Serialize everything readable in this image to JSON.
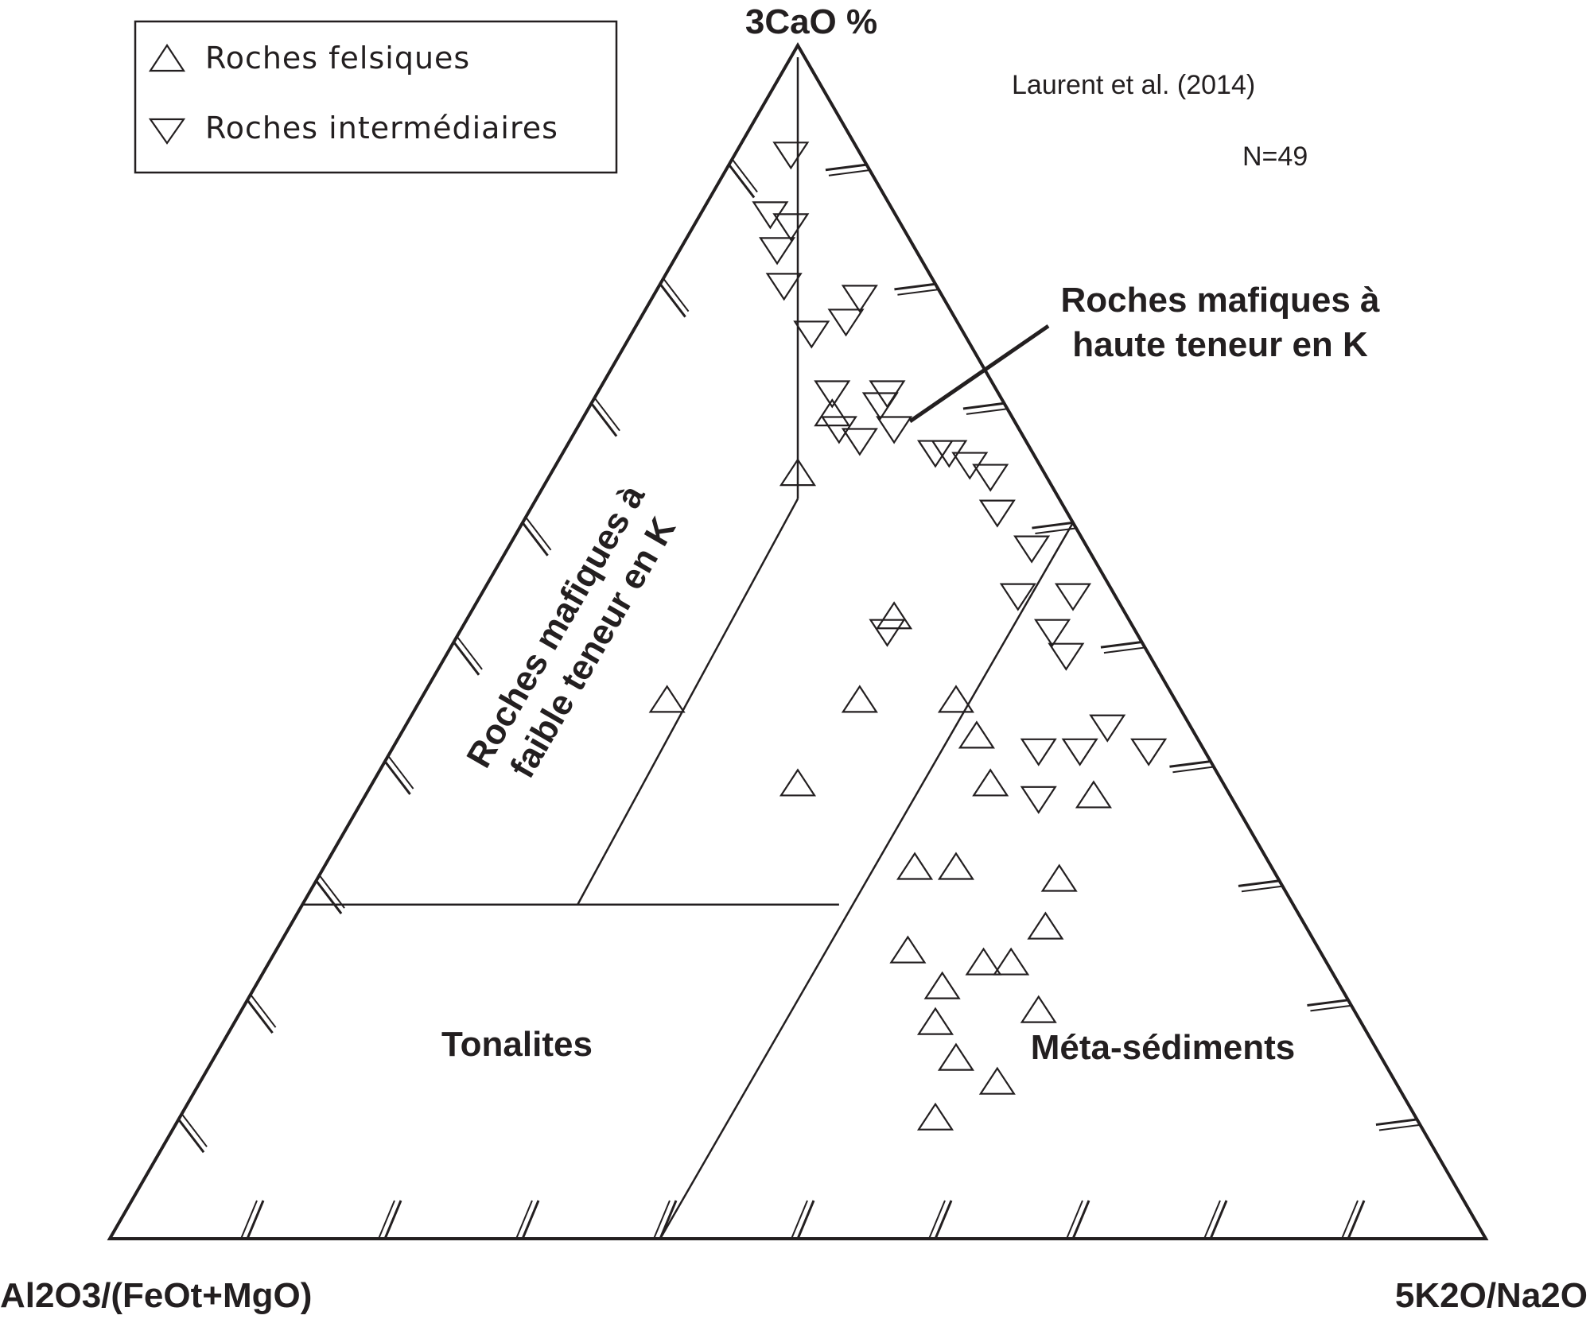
{
  "chart_data": {
    "type": "scatter",
    "subtype": "ternary",
    "apices": {
      "top": "3CaO %",
      "left": "Al2O3/(FeOt+MgO)",
      "right": "5K2O/Na2O"
    },
    "source_note": "Laurent et al. (2014)",
    "n_note": "N=49",
    "fields": [
      {
        "name": "Roches mafiques à haute teneur en K",
        "lines": [
          "Roches mafiques à",
          "haute teneur en K"
        ]
      },
      {
        "name": "Roches mafiques à faible teneur en K",
        "lines": [
          "Roches mafiques à",
          "faible teneur en K"
        ]
      },
      {
        "name": "Tonalites",
        "lines": [
          "Tonalites"
        ]
      },
      {
        "name": "Méta-sédiments",
        "lines": [
          "Méta-sédiments"
        ]
      }
    ],
    "legend": {
      "position": "top-left",
      "entries": [
        "Roches felsiques",
        "Roches intermédiaires"
      ]
    },
    "ticks_per_side": 10,
    "grid": false,
    "series": [
      {
        "name": "Roches felsiques",
        "marker": "triangle-up",
        "points": [
          {
            "top": 0.69,
            "left": 0.13,
            "right": 0.18
          },
          {
            "top": 0.64,
            "left": 0.18,
            "right": 0.18
          },
          {
            "top": 0.52,
            "left": 0.17,
            "right": 0.31
          },
          {
            "top": 0.45,
            "left": 0.23,
            "right": 0.32
          },
          {
            "top": 0.45,
            "left": 0.16,
            "right": 0.39
          },
          {
            "top": 0.42,
            "left": 0.16,
            "right": 0.42
          },
          {
            "top": 0.37,
            "left": 0.1,
            "right": 0.53
          },
          {
            "top": 0.38,
            "left": 0.31,
            "right": 0.31
          },
          {
            "top": 0.45,
            "left": 0.37,
            "right": 0.18
          },
          {
            "top": 0.38,
            "left": 0.17,
            "right": 0.45
          },
          {
            "top": 0.31,
            "left": 0.26,
            "right": 0.43
          },
          {
            "top": 0.31,
            "left": 0.23,
            "right": 0.46
          },
          {
            "top": 0.3,
            "left": 0.16,
            "right": 0.54
          },
          {
            "top": 0.26,
            "left": 0.19,
            "right": 0.55
          },
          {
            "top": 0.23,
            "left": 0.23,
            "right": 0.54
          },
          {
            "top": 0.24,
            "left": 0.3,
            "right": 0.46
          },
          {
            "top": 0.21,
            "left": 0.29,
            "right": 0.5
          },
          {
            "top": 0.23,
            "left": 0.25,
            "right": 0.52
          },
          {
            "top": 0.19,
            "left": 0.23,
            "right": 0.58
          },
          {
            "top": 0.18,
            "left": 0.31,
            "right": 0.51
          },
          {
            "top": 0.15,
            "left": 0.31,
            "right": 0.54
          },
          {
            "top": 0.13,
            "left": 0.29,
            "right": 0.58
          },
          {
            "top": 0.1,
            "left": 0.35,
            "right": 0.55
          }
        ]
      },
      {
        "name": "Roches intermédiaires",
        "marker": "triangle-down",
        "points": [
          {
            "top": 0.91,
            "left": 0.05,
            "right": 0.04
          },
          {
            "top": 0.86,
            "left": 0.09,
            "right": 0.05
          },
          {
            "top": 0.85,
            "left": 0.08,
            "right": 0.07
          },
          {
            "top": 0.83,
            "left": 0.1,
            "right": 0.07
          },
          {
            "top": 0.8,
            "left": 0.11,
            "right": 0.09
          },
          {
            "top": 0.79,
            "left": 0.06,
            "right": 0.15
          },
          {
            "top": 0.76,
            "left": 0.11,
            "right": 0.13
          },
          {
            "top": 0.77,
            "left": 0.08,
            "right": 0.15
          },
          {
            "top": 0.71,
            "left": 0.12,
            "right": 0.17
          },
          {
            "top": 0.68,
            "left": 0.13,
            "right": 0.19
          },
          {
            "top": 0.71,
            "left": 0.08,
            "right": 0.21
          },
          {
            "top": 0.7,
            "left": 0.09,
            "right": 0.21
          },
          {
            "top": 0.68,
            "left": 0.09,
            "right": 0.23
          },
          {
            "top": 0.67,
            "left": 0.12,
            "right": 0.21
          },
          {
            "top": 0.66,
            "left": 0.06,
            "right": 0.28
          },
          {
            "top": 0.66,
            "left": 0.07,
            "right": 0.27
          },
          {
            "top": 0.65,
            "left": 0.05,
            "right": 0.3
          },
          {
            "top": 0.64,
            "left": 0.04,
            "right": 0.32
          },
          {
            "top": 0.61,
            "left": 0.05,
            "right": 0.34
          },
          {
            "top": 0.58,
            "left": 0.04,
            "right": 0.38
          },
          {
            "top": 0.54,
            "left": 0.07,
            "right": 0.39
          },
          {
            "top": 0.54,
            "left": 0.03,
            "right": 0.43
          },
          {
            "top": 0.51,
            "left": 0.06,
            "right": 0.43
          },
          {
            "top": 0.49,
            "left": 0.06,
            "right": 0.45
          },
          {
            "top": 0.51,
            "left": 0.18,
            "right": 0.31
          },
          {
            "top": 0.43,
            "left": 0.06,
            "right": 0.51
          },
          {
            "top": 0.41,
            "left": 0.12,
            "right": 0.47
          },
          {
            "top": 0.41,
            "left": 0.09,
            "right": 0.5
          },
          {
            "top": 0.41,
            "left": 0.04,
            "right": 0.55
          },
          {
            "top": 0.37,
            "left": 0.14,
            "right": 0.49
          }
        ]
      }
    ]
  }
}
